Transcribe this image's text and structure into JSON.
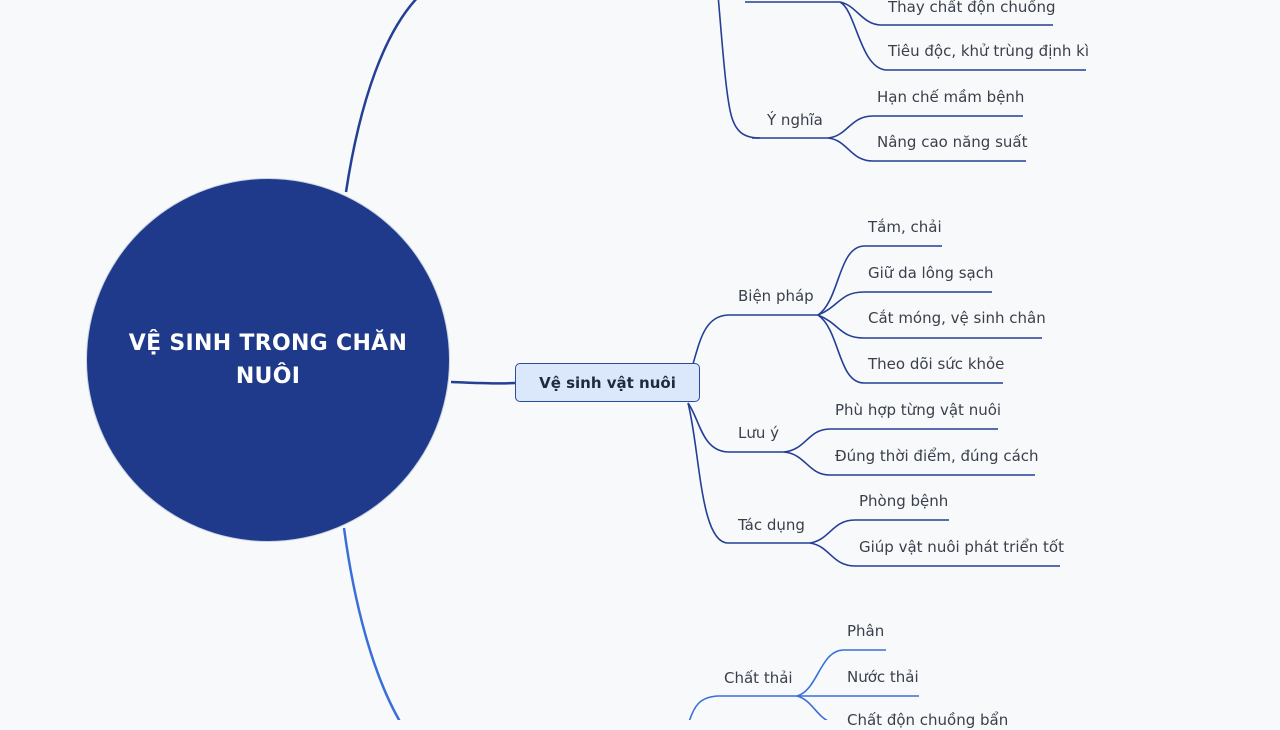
{
  "central": {
    "title": "VỆ SINH TRONG CHĂN NUÔI"
  },
  "branches": {
    "chuong_nuoi": {
      "bien_phap_leaves": [
        "Thay chất độn chuồng",
        "Tiêu độc, khử trùng định kì"
      ],
      "y_nghia": {
        "label": "Ý nghĩa",
        "leaves": [
          "Hạn chế mầm bệnh",
          "Nâng cao năng suất"
        ]
      }
    },
    "vat_nuoi": {
      "label": "Vệ sinh vật nuôi",
      "bien_phap": {
        "label": "Biện pháp",
        "leaves": [
          "Tắm, chải",
          "Giữ da lông sạch",
          "Cắt móng, vệ sinh chân",
          "Theo dõi sức khỏe"
        ]
      },
      "luu_y": {
        "label": "Lưu ý",
        "leaves": [
          "Phù hợp từng vật nuôi",
          "Đúng thời điểm, đúng cách"
        ]
      },
      "tac_dung": {
        "label": "Tác dụng",
        "leaves": [
          "Phòng bệnh",
          "Giúp vật nuôi phát triển tốt"
        ]
      }
    },
    "moi_truong": {
      "chat_thai": {
        "label": "Chất thải",
        "leaves": [
          "Phân",
          "Nước thải",
          "Chất độn chuồng bẩn"
        ]
      }
    }
  },
  "colors": {
    "central_fill": "#1f3a8a",
    "line_dark": "#243f94",
    "line_light": "#3a6fd8",
    "branch_fill": "#dbe8fb",
    "branch_border": "#2c4a9e"
  }
}
